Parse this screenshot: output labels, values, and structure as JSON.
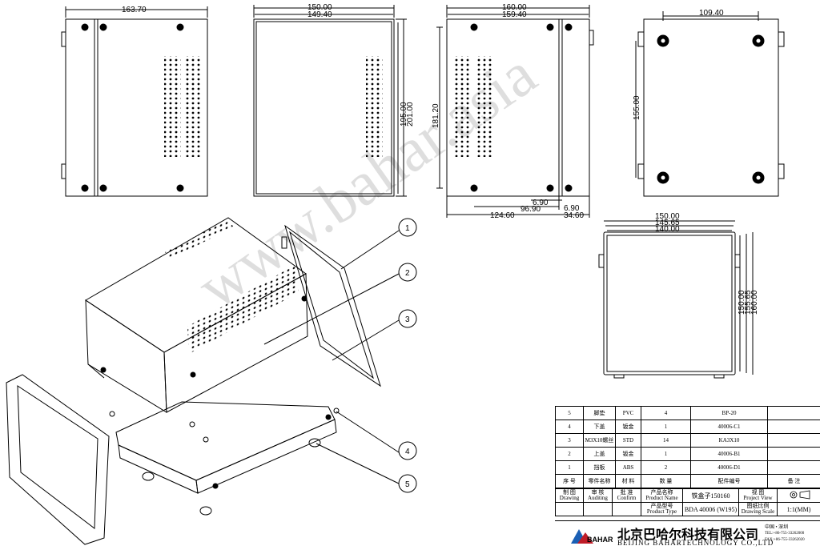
{
  "dimensions": {
    "view1_width": "163.70",
    "view2_width_outer": "150.00",
    "view2_width_inner": "149.40",
    "view2_height_inner": "195.00",
    "view2_height_outer": "201.00",
    "view3_width_outer": "160.00",
    "view3_width_inner": "159.40",
    "view3_height": "181.20",
    "view3_small_a": "6.90",
    "view3_small_b": "6.90",
    "view3_bottom_a": "96.90",
    "view3_bottom_b": "124.60",
    "view3_bottom_c": "34.60",
    "view4_width": "109.40",
    "view4_height": "155.00",
    "view5_width_1": "150.00",
    "view5_width_2": "145.65",
    "view5_width_3": "140.00",
    "view5_height_1": "150.00",
    "view5_height_2": "155.65",
    "view5_height_3": "160.00"
  },
  "callouts": [
    "1",
    "2",
    "3",
    "4",
    "5"
  ],
  "watermark": "www.bahar.asia",
  "bom": {
    "rows": [
      {
        "no": "5",
        "name": "脚垫",
        "material": "PVC",
        "qty": "4",
        "code": "BP-20",
        "note": ""
      },
      {
        "no": "4",
        "name": "下盖",
        "material": "钣金",
        "qty": "1",
        "code": "40006-C1",
        "note": ""
      },
      {
        "no": "3",
        "name": "M3X10螺丝",
        "material": "STD",
        "qty": "14",
        "code": "KA3X10",
        "note": ""
      },
      {
        "no": "2",
        "name": "上盖",
        "material": "钣金",
        "qty": "1",
        "code": "40006-B1",
        "note": ""
      },
      {
        "no": "1",
        "name": "挡板",
        "material": "ABS",
        "qty": "2",
        "code": "40006-D1",
        "note": ""
      }
    ],
    "header": {
      "no": "序 号",
      "name": "零件名称",
      "material": "材 料",
      "qty": "数 量",
      "code": "配件编号",
      "note": "备 注"
    }
  },
  "title_block": {
    "drawing_cn": "制 图",
    "drawing_en": "Drawing",
    "auditing_cn": "审 核",
    "auditing_en": "Auditing",
    "confirm_cn": "批 准",
    "confirm_en": "Confirm",
    "product_name_cn": "产品名称",
    "product_name_en": "Product Name",
    "product_name_value": "铁盒子150160",
    "project_view_cn": "视 图",
    "project_view_en": "Project View",
    "product_type_cn": "产品型号",
    "product_type_en": "Product Type",
    "product_type_value": "BDA 40006 (W195)",
    "scale_cn": "图纸比例",
    "scale_en": "Drawing Scale",
    "scale_value": "1:1(MM)"
  },
  "company": {
    "logo_text": "BAHAR",
    "name_cn": "北京巴哈尔科技有限公司",
    "name_en": "BEIJING BAHARTECHNOLOGY CO.,LTD",
    "region": "中国 • 深圳",
    "tel": "TEL:+86-755-33262000",
    "fax": "FAX:+86-755-33262020"
  }
}
